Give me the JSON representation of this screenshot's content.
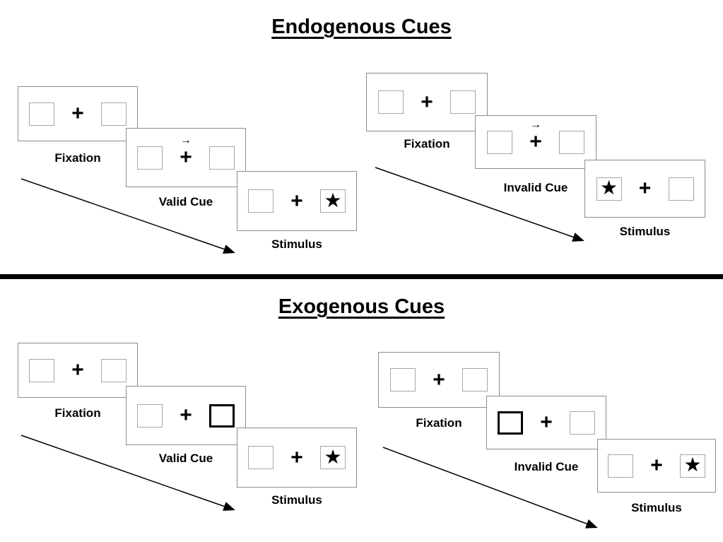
{
  "sections": {
    "endogenous": {
      "title": "Endogenous Cues",
      "valid": {
        "fixation_label": "Fixation",
        "cue_label": "Valid Cue",
        "stimulus_label": "Stimulus"
      },
      "invalid": {
        "fixation_label": "Fixation",
        "cue_label": "Invalid Cue",
        "stimulus_label": "Stimulus"
      }
    },
    "exogenous": {
      "title": "Exogenous Cues",
      "valid": {
        "fixation_label": "Fixation",
        "cue_label": "Valid Cue",
        "stimulus_label": "Stimulus"
      },
      "invalid": {
        "fixation_label": "Fixation",
        "cue_label": "Invalid Cue",
        "stimulus_label": "Stimulus"
      }
    }
  },
  "symbols": {
    "plus": "+",
    "star": "★",
    "cue_arrow": "→"
  },
  "colors": {
    "ink": "#000000",
    "panel_border": "#8c8c8c",
    "square_border": "#a6a6a6"
  }
}
